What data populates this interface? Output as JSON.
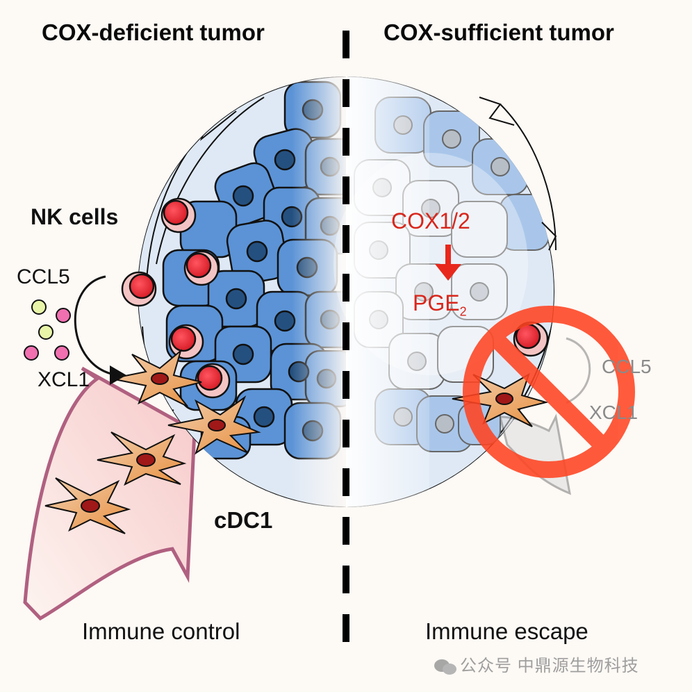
{
  "panels": {
    "left": {
      "title": "COX-deficient tumor",
      "outcome": "Immune control",
      "labels": {
        "nk_cells": "NK cells",
        "ccl5": "CCL5",
        "xcl1": "XCL1",
        "cdc1": "cDC1"
      }
    },
    "right": {
      "title": "COX-sufficient tumor",
      "outcome": "Immune escape",
      "labels": {
        "cox": "COX1/2",
        "pge": "PGE",
        "pge_subscript": "2",
        "ccl5": "CCL5",
        "xcl1": "XCL1"
      }
    }
  },
  "icons": {
    "divider": "dashed-vertical-line",
    "prohibition": "no-entry-sign",
    "arrow_down": "red-down-arrow"
  },
  "colors": {
    "background": "#fdf9f5",
    "tumor_cell": "#5b93d6",
    "tumor_nucleus": "#245080",
    "nk_cell": "#e8303a",
    "nk_halo": "#f4c4c4",
    "dendritic_cell": "#e8a060",
    "dc_nucleus": "#a01818",
    "migration_arrow": "#f8d8d8",
    "migration_arrow_stroke": "#b06080",
    "prohibition": "#ff4422",
    "cox_text": "#d9261c",
    "ccl5_dot": "#e8f4a8",
    "xcl1_dot": "#f070b0"
  },
  "watermark": {
    "text": "公众号 中鼎源生物科技"
  }
}
